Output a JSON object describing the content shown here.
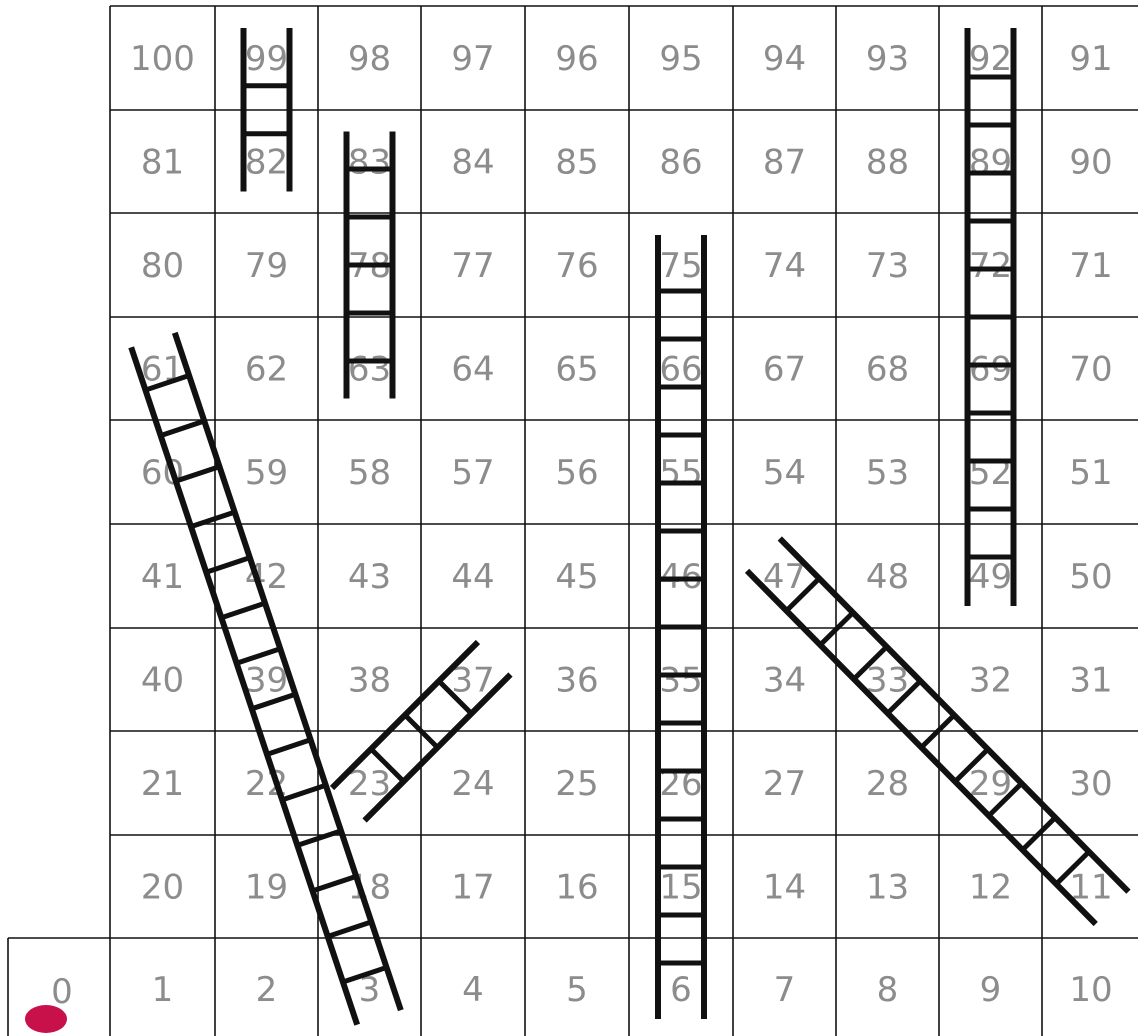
{
  "game": {
    "title": "",
    "board": {
      "rows": [
        [
          100,
          99,
          98,
          97,
          96,
          95,
          94,
          93,
          92,
          91
        ],
        [
          81,
          82,
          83,
          84,
          85,
          86,
          87,
          88,
          89,
          90
        ],
        [
          80,
          79,
          78,
          77,
          76,
          75,
          74,
          73,
          72,
          71
        ],
        [
          61,
          62,
          63,
          64,
          65,
          66,
          67,
          68,
          69,
          70
        ],
        [
          60,
          59,
          58,
          57,
          56,
          55,
          54,
          53,
          52,
          51
        ],
        [
          41,
          42,
          43,
          44,
          45,
          46,
          47,
          48,
          49,
          50
        ],
        [
          40,
          39,
          38,
          37,
          36,
          35,
          34,
          33,
          32,
          31
        ],
        [
          21,
          22,
          23,
          24,
          25,
          26,
          27,
          28,
          29,
          30
        ],
        [
          20,
          19,
          18,
          17,
          16,
          15,
          14,
          13,
          12,
          11
        ],
        [
          1,
          2,
          3,
          4,
          5,
          6,
          7,
          8,
          9,
          10
        ]
      ],
      "start_square": 0
    },
    "ladders": [
      {
        "id": "ladder-82-99",
        "from": 82,
        "to": 99
      },
      {
        "id": "ladder-63-83",
        "from": 63,
        "to": 83
      },
      {
        "id": "ladder-49-92",
        "from": 49,
        "to": 92
      },
      {
        "id": "ladder-6-75",
        "from": 6,
        "to": 75
      },
      {
        "id": "ladder-3-61",
        "from": 3,
        "to": 61
      },
      {
        "id": "ladder-23-37",
        "from": 23,
        "to": 37
      },
      {
        "id": "ladder-11-47",
        "from": 11,
        "to": 47
      }
    ],
    "player_token": {
      "square": 0,
      "color": "#c8104a"
    },
    "colors": {
      "grid": "#111111",
      "number": "#8c8c8c",
      "ladder": "#111111"
    }
  }
}
